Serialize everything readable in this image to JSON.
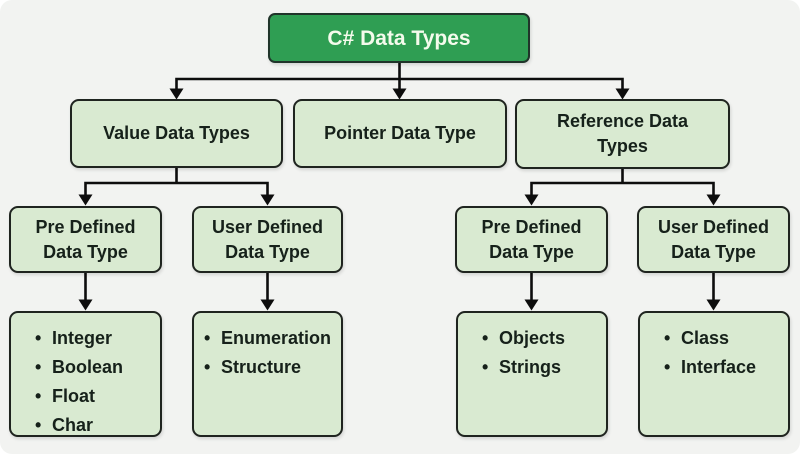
{
  "colors": {
    "page_bg": "#f2f3f1",
    "root_fill": "#2f9e53",
    "root_border": "#20342a",
    "root_text": "#f4fbec",
    "node_fill": "#d9ead1",
    "node_border": "#1f241f",
    "node_text": "#16211a",
    "connector": "#0d0d0d"
  },
  "tree": {
    "root": {
      "label": "C# Data Types"
    },
    "branches": [
      {
        "label": "Value Data Types"
      },
      {
        "label": "Pointer Data Type"
      },
      {
        "label": "Reference Data Types"
      }
    ],
    "groups": [
      {
        "label": "Pre Defined Data Type",
        "items": [
          "Integer",
          "Boolean",
          "Float",
          "Char"
        ]
      },
      {
        "label": "User Defined Data Type",
        "items": [
          "Enumeration",
          "Structure"
        ]
      },
      {
        "label": "Pre Defined Data Type",
        "items": [
          "Objects",
          "Strings"
        ]
      },
      {
        "label": "User Defined Data Type",
        "items": [
          "Class",
          "Interface"
        ]
      }
    ]
  }
}
